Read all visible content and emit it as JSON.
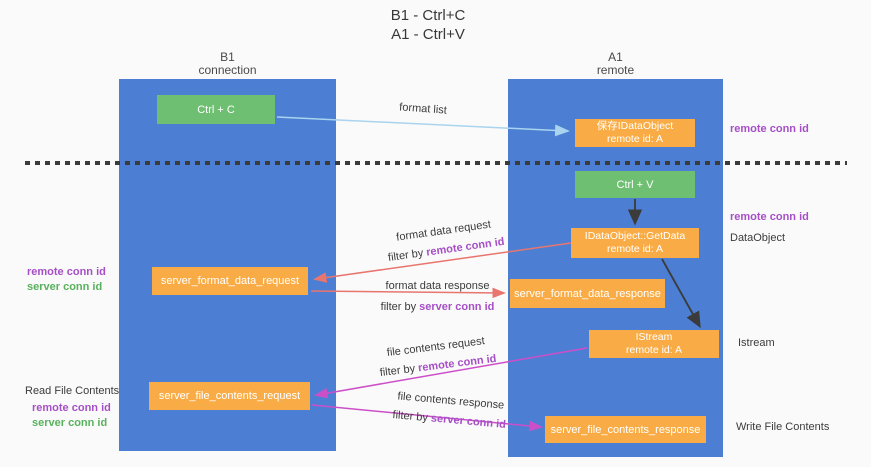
{
  "title": {
    "line1": "B1 - Ctrl+C",
    "line2": "A1 - Ctrl+V"
  },
  "lanes": {
    "left": {
      "header_line1": "B1",
      "header_line2": "connection"
    },
    "right": {
      "header_line1": "A1",
      "header_line2": "remote"
    }
  },
  "nodes": {
    "ctrl_c": "Ctrl + C",
    "ctrl_v": "Ctrl + V",
    "save_idataobject": {
      "line1": "保存IDataObject",
      "line2": "remote id: A"
    },
    "getdata": {
      "line1": "IDataObject::GetData",
      "line2": "remote id: A"
    },
    "istream": {
      "line1": "IStream",
      "line2": "remote id: A"
    },
    "server_format_data_request": "server_format_data_request",
    "server_format_data_response": "server_format_data_response",
    "server_file_contents_request": "server_file_contents_request",
    "server_file_contents_response": "server_file_contents_response"
  },
  "arrow_labels": {
    "format_list": "format list",
    "format_data_request": {
      "line1": "format data request",
      "filter_prefix": "filter by ",
      "filter_key": "remote conn id"
    },
    "format_data_response": {
      "line1": "format data response",
      "filter_prefix": "filter by ",
      "filter_key": "server conn id"
    },
    "file_contents_request": {
      "line1": "file contents request",
      "filter_prefix": "filter by ",
      "filter_key": "remote conn id"
    },
    "file_contents_response": {
      "line1": "file contents response",
      "filter_prefix": "filter by ",
      "filter_key": "server conn id"
    }
  },
  "side_labels": {
    "remote_conn_id_top_right": "remote conn id",
    "remote_conn_id_mid_right": "remote conn id",
    "data_object": "DataObject",
    "istream": "Istream",
    "write_file_contents": "Write File Contents",
    "read_file_contents": "Read File Contents",
    "remote_conn_id_left_1": "remote conn id",
    "server_conn_id_left_1": "server conn id",
    "remote_conn_id_left_2": "remote conn id",
    "server_conn_id_left_2": "server conn id"
  },
  "colors": {
    "lane_blue": "#4c7fd3",
    "node_green": "#6fbf72",
    "node_orange": "#f9ac45",
    "arrow_light_blue": "#a9d3ee",
    "arrow_salmon": "#e8756e",
    "arrow_magenta": "#cd4fc8",
    "arrow_black": "#3b3b3b",
    "text_purple": "#a64fc6",
    "text_green": "#58b25c"
  }
}
